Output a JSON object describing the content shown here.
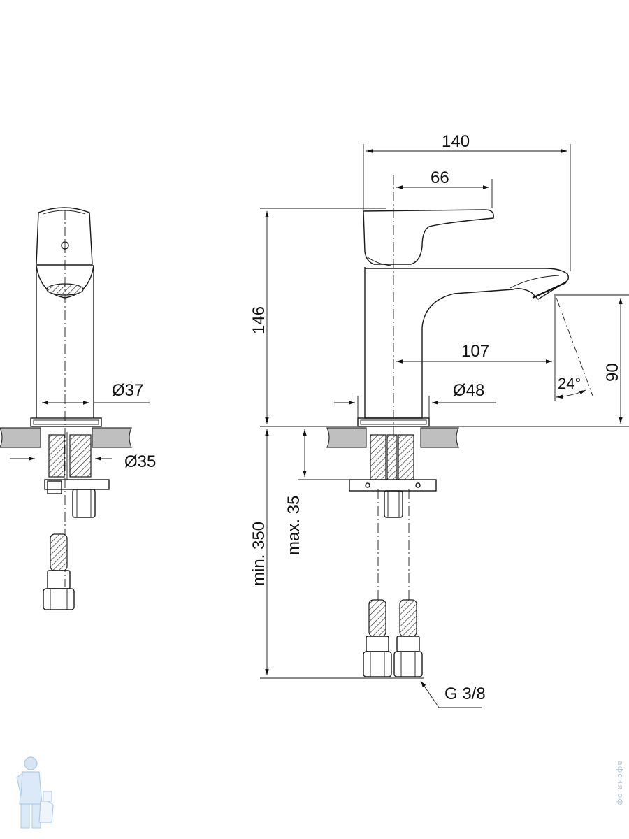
{
  "dimensions": {
    "total_length": "140",
    "spout_offset": "66",
    "height": "146",
    "spout_reach": "107",
    "outlet_height": "90",
    "spray_angle": "24°",
    "body_diameter": "Ø37",
    "base_diameter": "Ø48",
    "hole_diameter": "Ø35",
    "min_hose_length": "min. 350",
    "max_counter_thickness": "max. 35",
    "connection_thread": "G 3/8"
  },
  "watermark": "афоня.рф",
  "colors": {
    "line": "#1a1a1a",
    "counter": "#bfbfbf",
    "logo": "#9fc2e6"
  }
}
